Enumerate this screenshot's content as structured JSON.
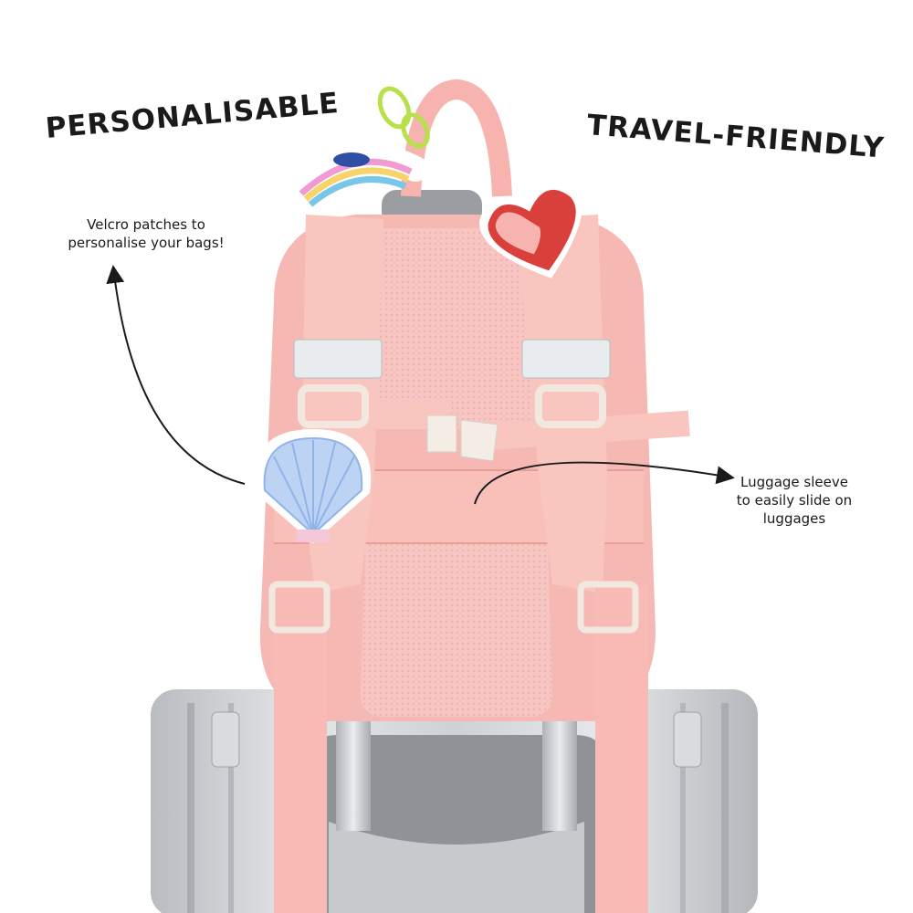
{
  "headings": {
    "left": "PERSONALISABLE",
    "right": "TRAVEL-FRIENDLY"
  },
  "callouts": {
    "velcro": "Velcro patches to\npersonalise your bags!",
    "sleeve": "Luggage sleeve\nto easily slide on\nluggages"
  },
  "colors": {
    "bag_pink": "#f6b8b3",
    "strap_pink": "#f9c3bd",
    "mesh_pink": "#f7c9c7",
    "suitcase_silver": "#cfd1d4",
    "handle_grey": "#8e9196",
    "heart_red": "#d9403c",
    "shell_blue": "#b9d2f4",
    "carabiner_green": "#b7e04a"
  },
  "icons": [
    "carabiner-icon",
    "rainbow-patch-icon",
    "heart-patch-icon",
    "shell-patch-icon",
    "arrow-icon"
  ]
}
